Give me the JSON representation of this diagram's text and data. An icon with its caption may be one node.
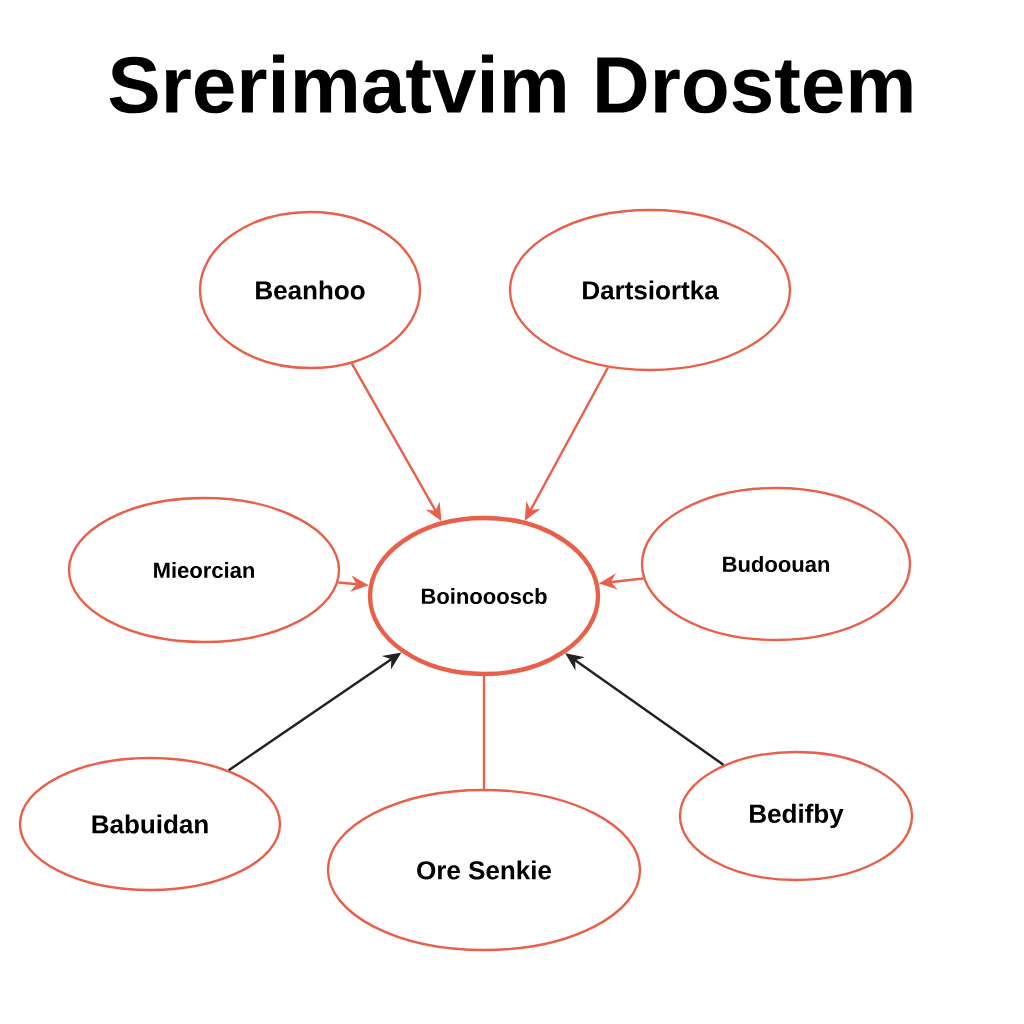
{
  "diagram": {
    "title": "Srerimatvim Drostem",
    "nodes": [
      {
        "text": [
          "Beanhoo"
        ]
      },
      {
        "text": [
          "Dartsiortka"
        ]
      },
      {
        "text": [
          "Mieorcian"
        ]
      },
      {
        "text": [
          "Boinoooscb"
        ]
      },
      {
        "text": [
          "Budoouan"
        ]
      },
      {
        "text": [
          "Babuidan"
        ]
      },
      {
        "text": [
          "Ore Senkie"
        ]
      },
      {
        "text": [
          "Bedifby"
        ]
      }
    ],
    "edges": [
      {
        "from": 0,
        "to": 3,
        "arrow": "to"
      },
      {
        "from": 1,
        "to": 3,
        "arrow": "to"
      },
      {
        "from": 2,
        "to": 3,
        "arrow": "to"
      },
      {
        "from": 4,
        "to": 3,
        "arrow": "to"
      },
      {
        "from": 5,
        "to": 3,
        "arrow": "to",
        "color": "#222222"
      },
      {
        "from": 6,
        "to": 3,
        "arrow": "none"
      },
      {
        "from": 7,
        "to": 3,
        "arrow": "to",
        "color": "#222222"
      }
    ]
  }
}
